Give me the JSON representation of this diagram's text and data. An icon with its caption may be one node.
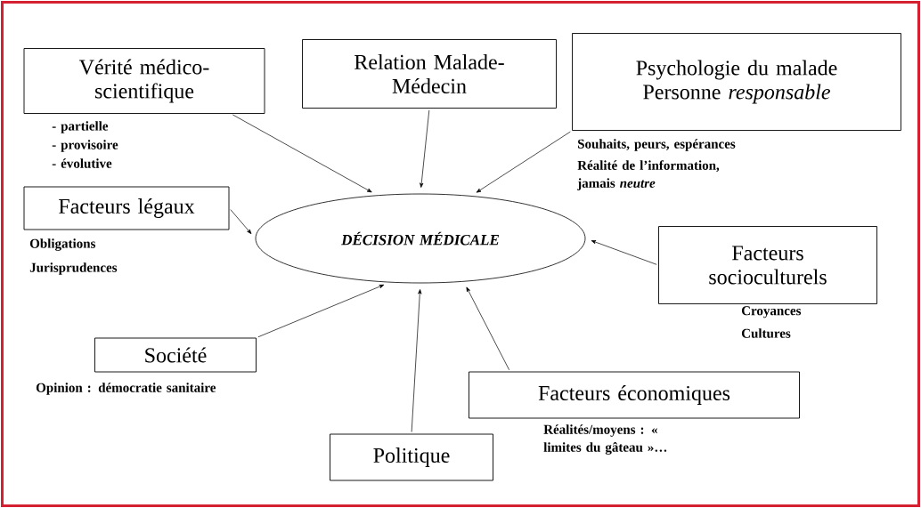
{
  "diagram": {
    "nodes": [
      {
        "text": [
          "DÉCISION MÉDICALE"
        ]
      },
      {
        "text": [
          "Vérité médico-scientifique"
        ],
        "beside": [
          "- partielle",
          "- provisoire",
          "- évolutive"
        ]
      },
      {
        "text": [
          "Relation Malade-Médecin"
        ]
      },
      {
        "text": [
          "Psychologie du malade Personne *responsable*"
        ],
        "beside": [
          "Souhaits, peurs, espérances",
          "Réalité de l’information, jamais *neutre*"
        ]
      },
      {
        "text": [
          "Facteurs légaux"
        ],
        "beside": [
          "Obligations",
          "Jurisprudences"
        ]
      },
      {
        "text": [
          "Facteurs socioculturels"
        ],
        "beside": [
          "Croyances",
          "Cultures"
        ]
      },
      {
        "text": [
          "Société"
        ],
        "beside": [
          "Opinion : démocratie sanitaire"
        ]
      },
      {
        "text": [
          "Facteurs économiques"
        ],
        "beside": [
          "Réalités/moyens : « limites du gâteau »…"
        ]
      },
      {
        "text": [
          "Politique"
        ]
      }
    ],
    "edges": [
      {
        "from": 1,
        "to": 0,
        "arrow": "to"
      },
      {
        "from": 2,
        "to": 0,
        "arrow": "to"
      },
      {
        "from": 3,
        "to": 0,
        "arrow": "to"
      },
      {
        "from": 4,
        "to": 0,
        "arrow": "to"
      },
      {
        "from": 5,
        "to": 0,
        "arrow": "to"
      },
      {
        "from": 6,
        "to": 0,
        "arrow": "to"
      },
      {
        "from": 7,
        "to": 0,
        "arrow": "to"
      },
      {
        "from": 8,
        "to": 0,
        "arrow": "to"
      }
    ]
  }
}
